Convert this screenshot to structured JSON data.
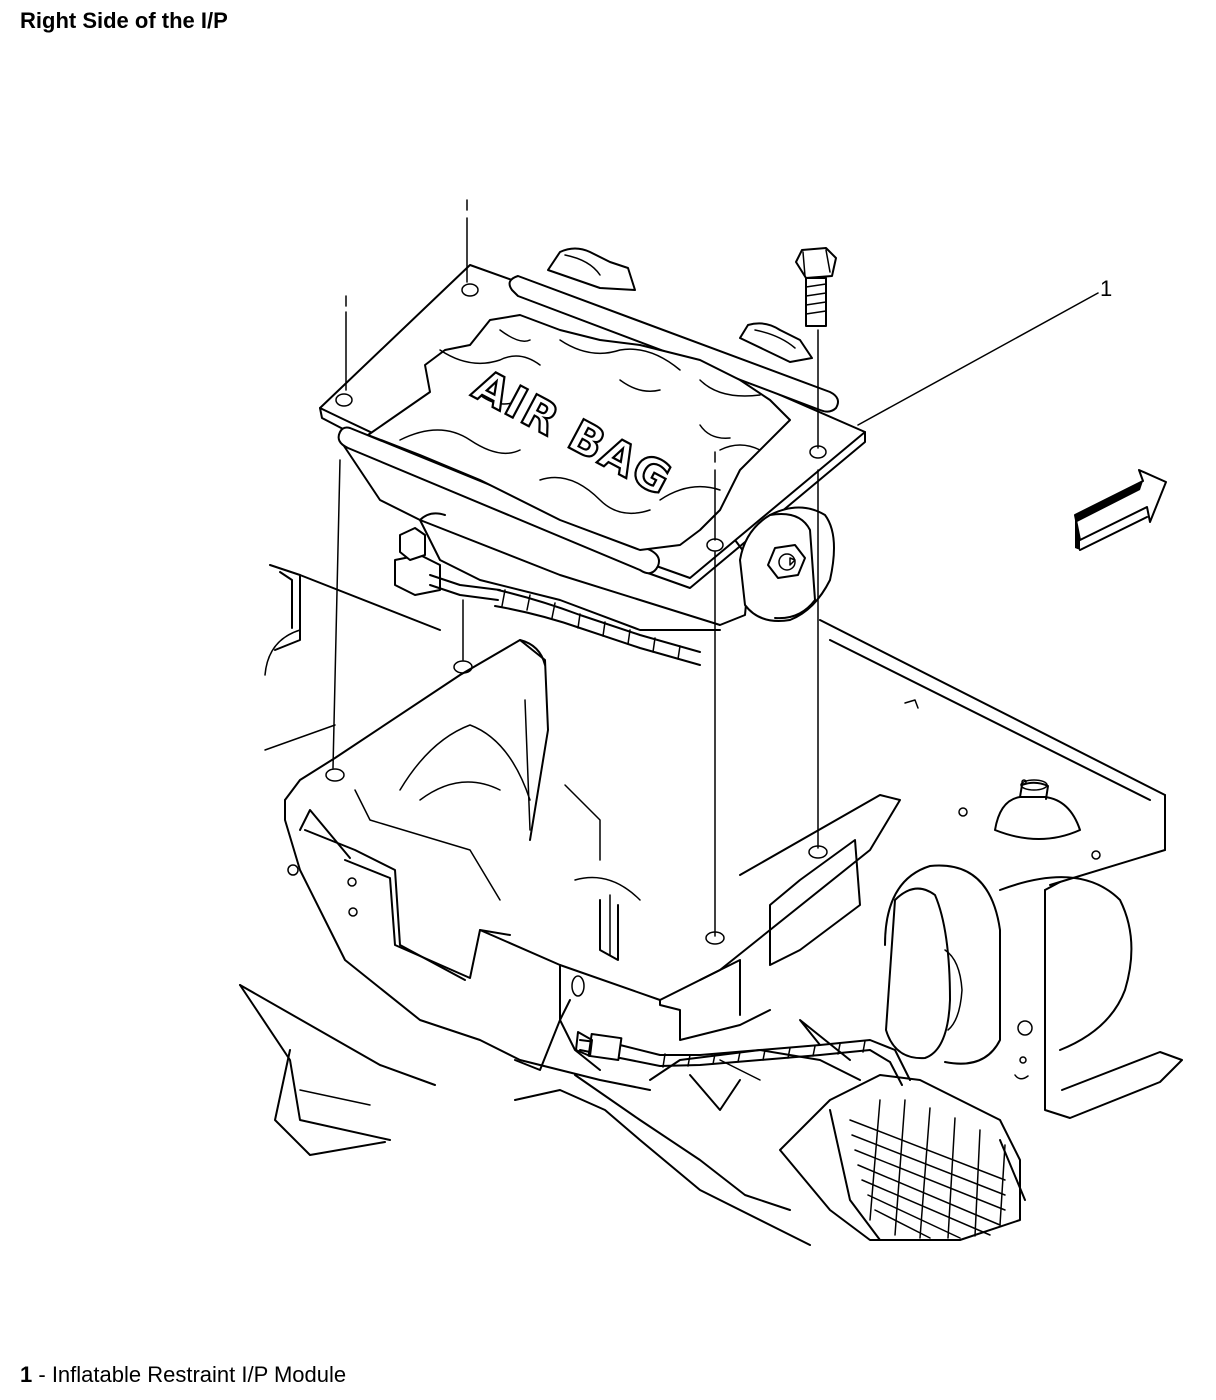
{
  "header": {
    "title": "Right Side of the I/P"
  },
  "callouts": [
    {
      "number": "1"
    }
  ],
  "module_label": "AIR BAG",
  "legend": [
    {
      "number": "1",
      "separator": " - ",
      "text": "Inflatable Restraint I/P Module"
    }
  ]
}
